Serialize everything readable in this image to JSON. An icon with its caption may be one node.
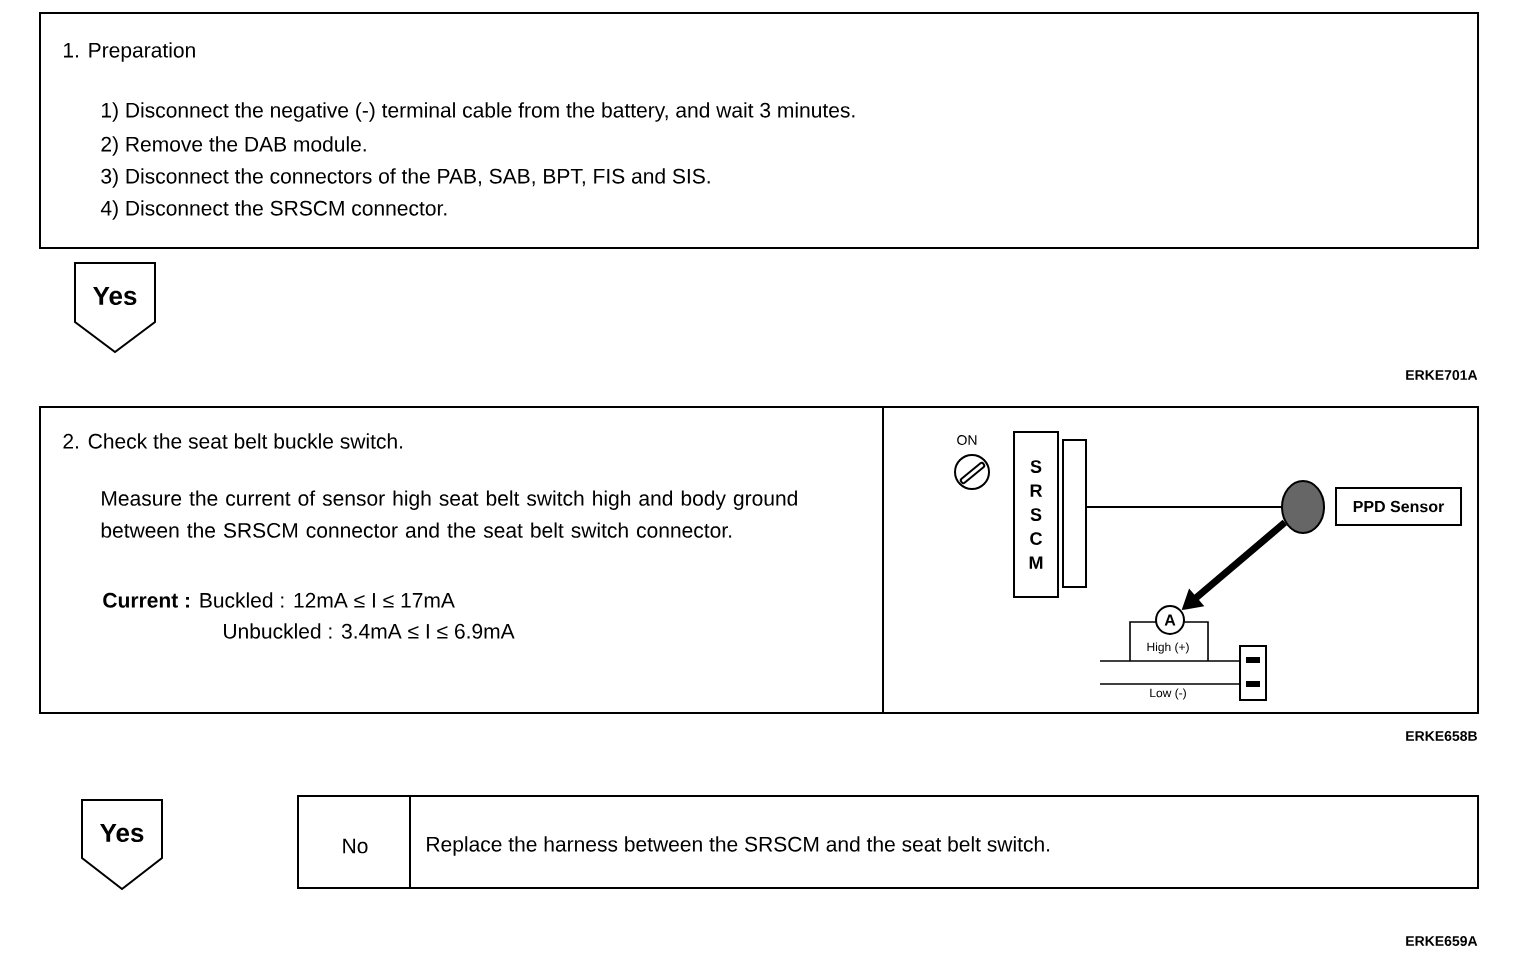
{
  "diagram": {
    "nodes": [
      {
        "text": [
          "1. Preparation",
          "1) Disconnect the negative (-) terminal cable from the battery, and wait 3 minutes.",
          "2) Remove the DAB module.",
          "3) Disconnect the connectors of the PAB, SAB, BPT, FIS and SIS.",
          "4) Disconnect the SRSCM connector."
        ]
      },
      {
        "text": [
          "Yes"
        ]
      },
      {
        "text": [
          "2. Check the seat belt buckle switch.",
          "Measure the current of sensor high seat belt switch high and body ground between the SRSCM  connector and the seat belt switch connector.",
          "**Current :** Buckled : 12mA ≤ I ≤ 17mA",
          "Unbuckled : 3.4mA ≤ I ≤ 6.9mA"
        ]
      },
      {
        "text": [
          "S R S C M"
        ],
        "in": 2
      },
      {
        "text": [],
        "shape": "box",
        "in": 2
      },
      {
        "text": [],
        "shape": "circle",
        "in": 2
      },
      {
        "text": [
          "PPD Sensor"
        ],
        "in": 2
      },
      {
        "text": [
          "A"
        ],
        "in": 2
      },
      {
        "text": [
          "Yes"
        ]
      },
      {
        "text": [
          "No",
          "Replace the harness between the SRSCM and the seat belt switch."
        ]
      }
    ],
    "edges": [
      {
        "from": 4,
        "to": 5,
        "arrow": "none"
      },
      {
        "from": 5,
        "to": 7,
        "arrow": "to",
        "style": "thick"
      }
    ],
    "labels": [
      "ERKE701A",
      "ON",
      "High (+)",
      "Low (-)",
      "ERKE658B",
      "ERKE659A"
    ]
  }
}
